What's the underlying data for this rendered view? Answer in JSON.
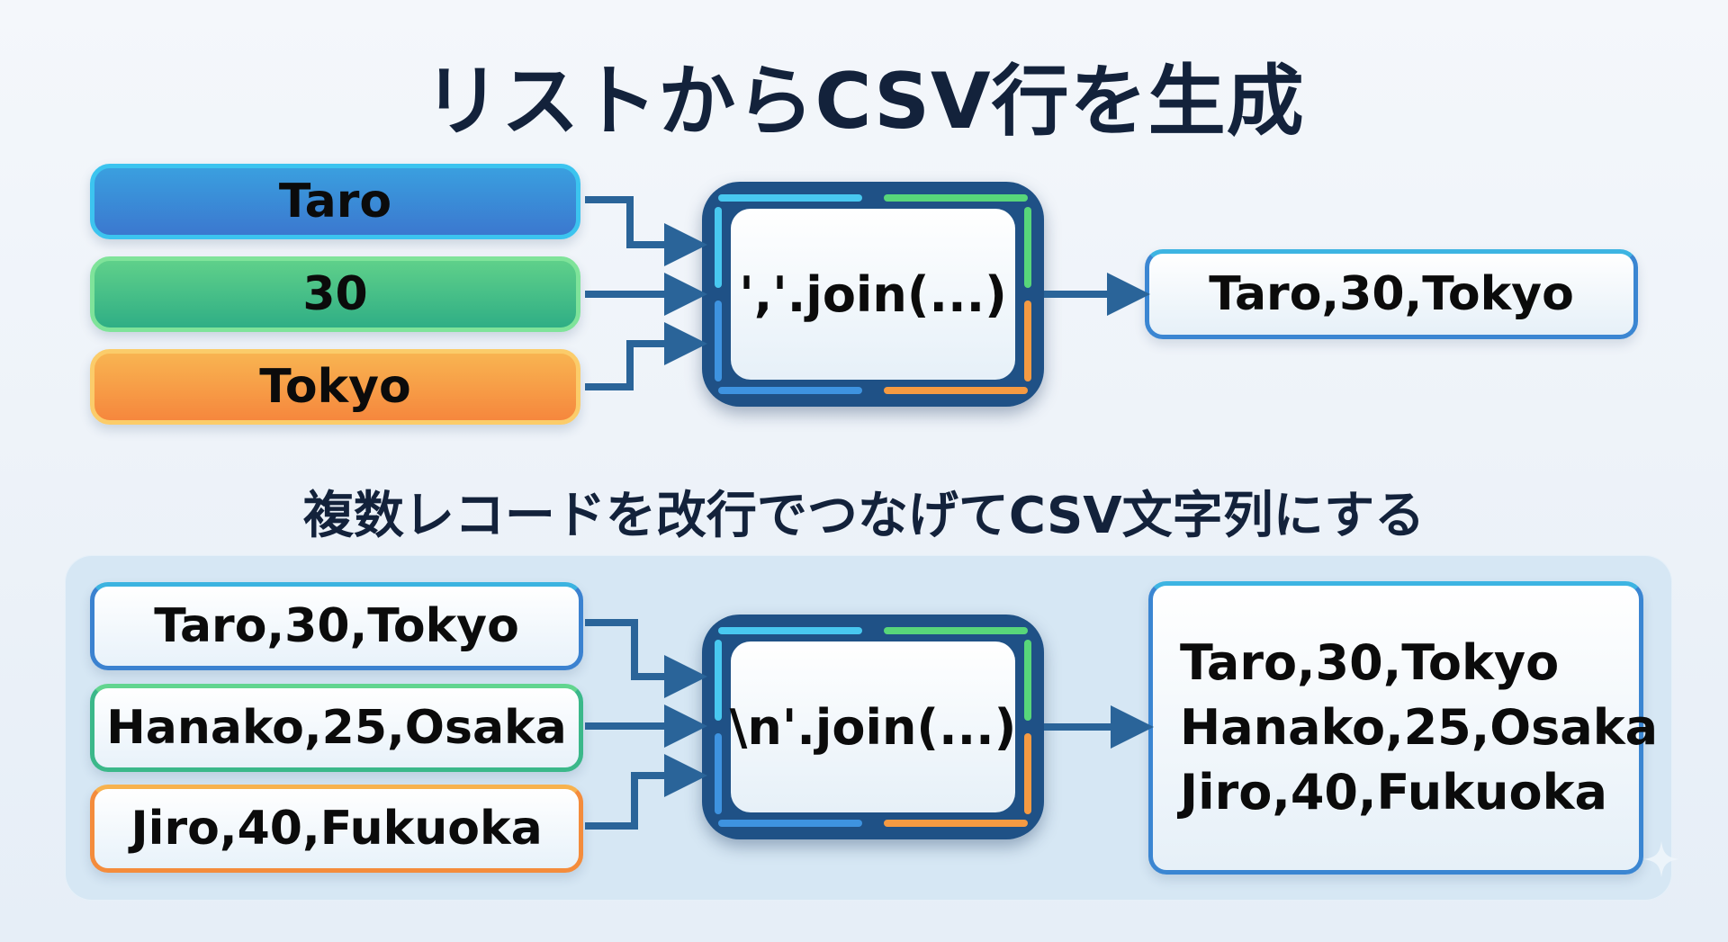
{
  "title": "リストからCSV行を生成",
  "subtitle": "複数レコードを改行でつなげてCSV文字列にする",
  "colors": {
    "blue": "#3b78cf",
    "green": "#2fae85",
    "orange": "#f6873d",
    "arrow": "#2a6499",
    "frame": "#1f5186"
  },
  "section1": {
    "inputs": [
      {
        "label": "Taro",
        "color": "blue"
      },
      {
        "label": "30",
        "color": "green"
      },
      {
        "label": "Tokyo",
        "color": "orange"
      }
    ],
    "operation": "','.join(...)",
    "output": "Taro,30,Tokyo"
  },
  "section2": {
    "inputs": [
      {
        "label": "Taro,30,Tokyo",
        "color": "blue"
      },
      {
        "label": "Hanako,25,Osaka",
        "color": "green"
      },
      {
        "label": "Jiro,40,Fukuoka",
        "color": "orange"
      }
    ],
    "operation": "\\n'.join(...)",
    "output_lines": [
      "Taro,30,Tokyo",
      "Hanako,25,Osaka",
      "Jiro,40,Fukuoka"
    ]
  },
  "icons": {
    "arrow": "arrow-right-icon",
    "sparkle": "sparkle-icon"
  }
}
